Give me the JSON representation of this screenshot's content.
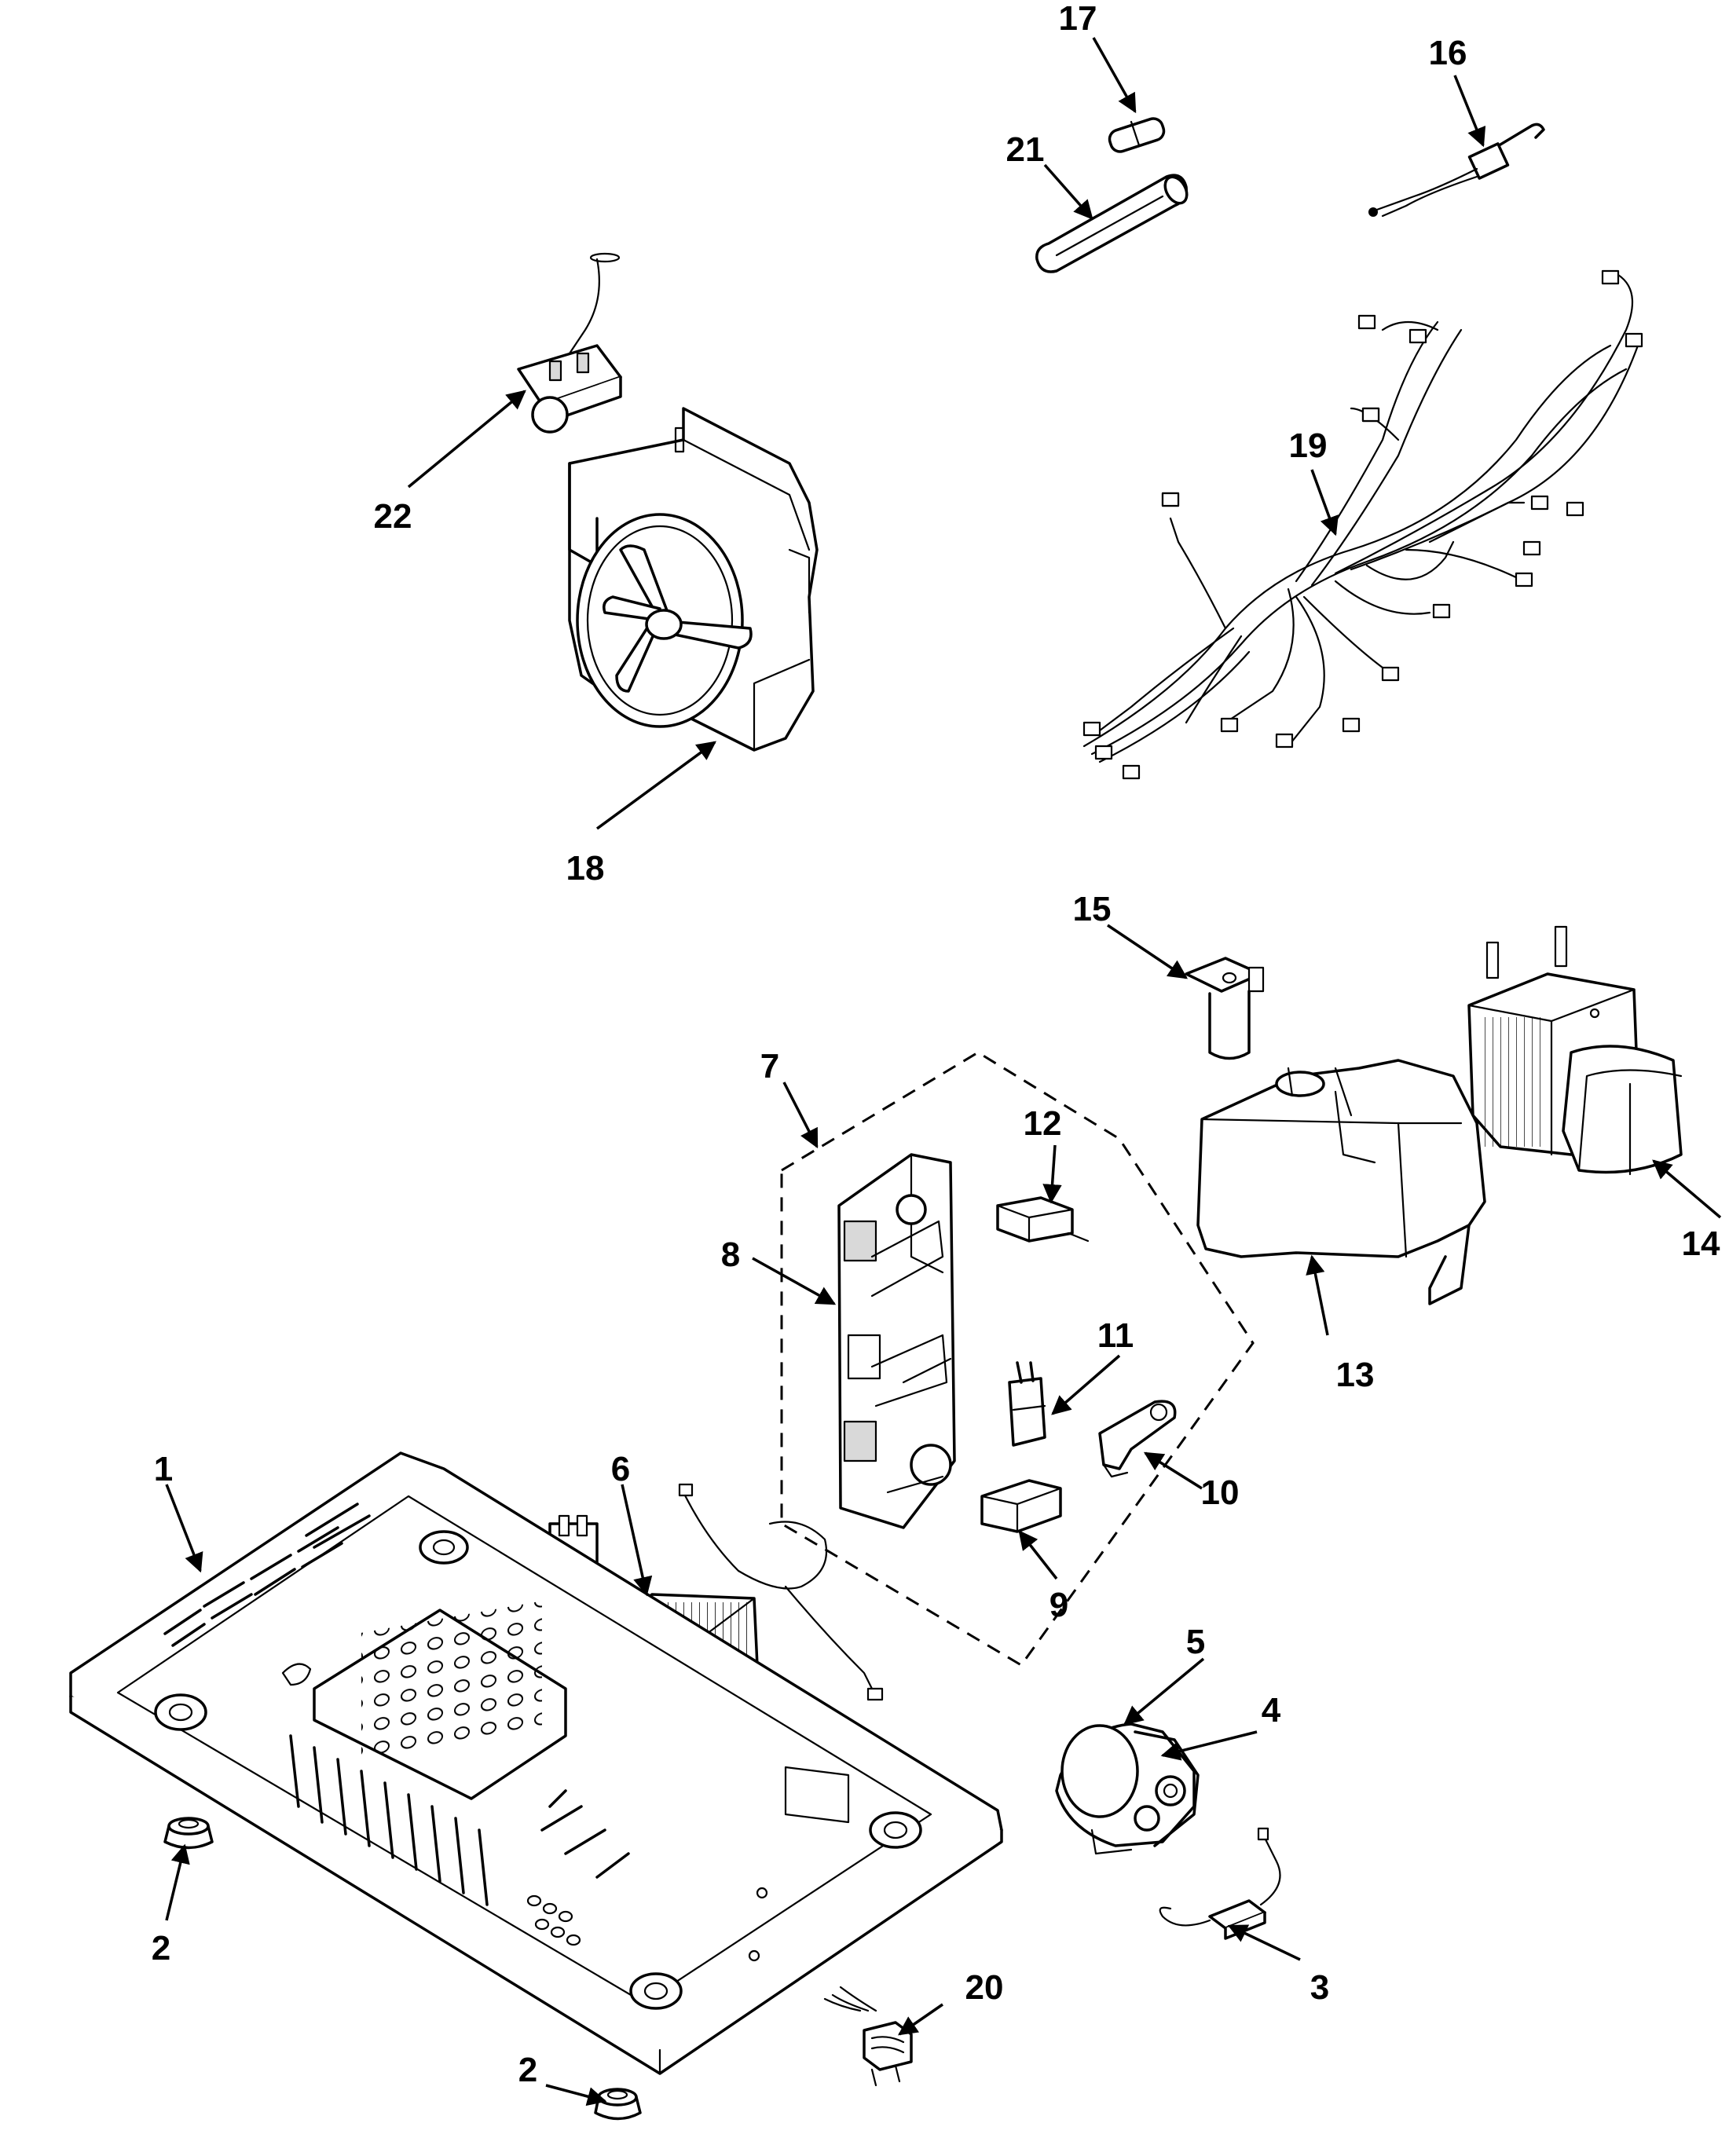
{
  "diagram": {
    "type": "exploded-parts-view",
    "parts": [
      {
        "id": "callout-1",
        "label": "1"
      },
      {
        "id": "callout-2a",
        "label": "2"
      },
      {
        "id": "callout-2b",
        "label": "2"
      },
      {
        "id": "callout-3",
        "label": "3"
      },
      {
        "id": "callout-4",
        "label": "4"
      },
      {
        "id": "callout-5",
        "label": "5"
      },
      {
        "id": "callout-6",
        "label": "6"
      },
      {
        "id": "callout-7",
        "label": "7"
      },
      {
        "id": "callout-8",
        "label": "8"
      },
      {
        "id": "callout-9",
        "label": "9"
      },
      {
        "id": "callout-10",
        "label": "10"
      },
      {
        "id": "callout-11",
        "label": "11"
      },
      {
        "id": "callout-12",
        "label": "12"
      },
      {
        "id": "callout-13",
        "label": "13"
      },
      {
        "id": "callout-14",
        "label": "14"
      },
      {
        "id": "callout-15",
        "label": "15"
      },
      {
        "id": "callout-16",
        "label": "16"
      },
      {
        "id": "callout-17",
        "label": "17"
      },
      {
        "id": "callout-18",
        "label": "18"
      },
      {
        "id": "callout-19",
        "label": "19"
      },
      {
        "id": "callout-20",
        "label": "20"
      },
      {
        "id": "callout-21",
        "label": "21"
      },
      {
        "id": "callout-22",
        "label": "22"
      }
    ]
  }
}
